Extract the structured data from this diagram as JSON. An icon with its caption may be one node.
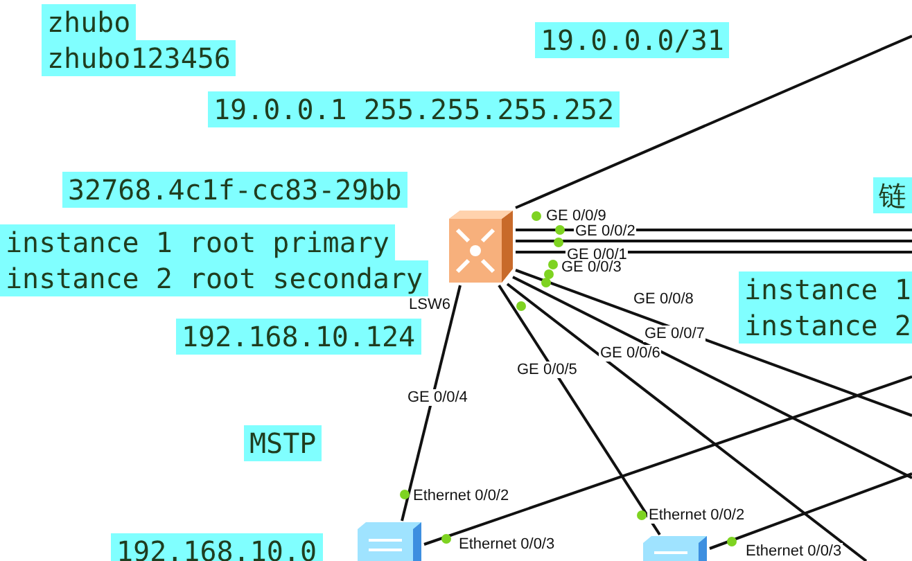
{
  "diagram": {
    "nodes": [
      {
        "text": [],
        "shape": "picture",
        "beside": [
          "LSW6"
        ]
      },
      {
        "text": [],
        "shape": "picture"
      },
      {
        "text": [],
        "shape": "picture"
      }
    ],
    "edges": [
      {
        "from": 0,
        "to": null,
        "arrow": "none"
      },
      {
        "from": 0,
        "to": null,
        "arrow": "none"
      },
      {
        "from": 0,
        "to": null,
        "arrow": "none"
      },
      {
        "from": 0,
        "to": null,
        "arrow": "none"
      },
      {
        "from": 0,
        "to": null,
        "arrow": "none"
      },
      {
        "from": 0,
        "to": null,
        "arrow": "none"
      },
      {
        "from": 0,
        "to": null,
        "arrow": "none"
      },
      {
        "from": 0,
        "to": 2,
        "arrow": "none"
      },
      {
        "from": 0,
        "to": 1,
        "arrow": "none"
      },
      {
        "from": 1,
        "to": null,
        "arrow": "none"
      },
      {
        "from": 2,
        "to": null,
        "arrow": "none"
      }
    ],
    "labels": [
      "zhubo",
      "zhubo123456",
      "19.0.0.0/31",
      "19.0.0.1 255.255.255.252",
      "32768.4c1f-cc83-29bb",
      "链",
      "instance 1 root primary",
      "instance 2 root secondary",
      "GE 0/0/9",
      "GE 0/0/2",
      "GE 0/0/1",
      "GE 0/0/3",
      "instance 1",
      "instance 2",
      "GE 0/0/8",
      "192.168.10.124",
      "GE 0/0/7",
      "GE 0/0/6",
      "GE 0/0/5",
      "GE 0/0/4",
      "MSTP",
      "Ethernet 0/0/2",
      "Ethernet 0/0/2",
      "Ethernet 0/0/3",
      "Ethernet 0/0/3",
      "192.168.10.0"
    ]
  }
}
